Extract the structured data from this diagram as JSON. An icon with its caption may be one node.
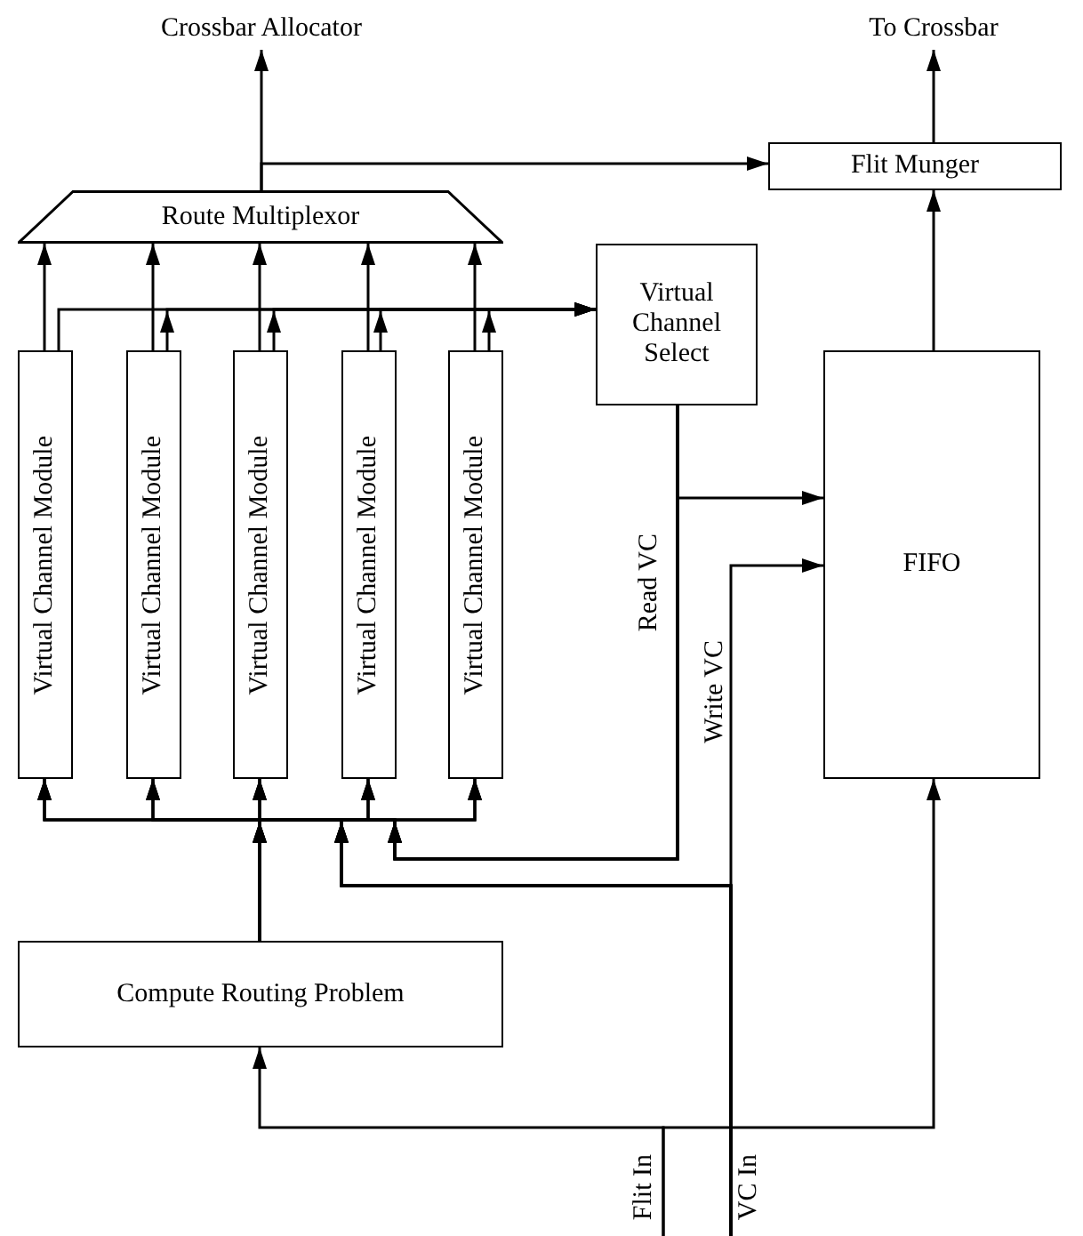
{
  "diagram": {
    "nodes": [
      {
        "text": [
          "Crossbar Allocator"
        ]
      },
      {
        "text": [
          "To Crossbar"
        ]
      },
      {
        "text": [
          "Flit Munger"
        ]
      },
      {
        "text": [
          "Route Multiplexor"
        ]
      },
      {
        "text": [
          "Virtual Channel Select"
        ]
      },
      {
        "text": [
          "Virtual Channel Module"
        ]
      },
      {
        "text": [
          "Virtual Channel Module"
        ]
      },
      {
        "text": [
          "Virtual Channel Module"
        ]
      },
      {
        "text": [
          "Virtual Channel Module"
        ]
      },
      {
        "text": [
          "Virtual Channel Module"
        ]
      },
      {
        "text": [
          "FIFO"
        ]
      },
      {
        "text": [
          "Compute Routing Problem"
        ]
      },
      {
        "text": [
          "Flit In"
        ]
      },
      {
        "text": [
          "VC In"
        ]
      }
    ],
    "edges": [
      {
        "from": 3,
        "to": 0,
        "arrow": "to"
      },
      {
        "from": 3,
        "to": 2,
        "arrow": "to"
      },
      {
        "from": 2,
        "to": 1,
        "arrow": "to"
      },
      {
        "from": 10,
        "to": 2,
        "arrow": "to"
      },
      {
        "from": 5,
        "to": 3,
        "arrow": "to"
      },
      {
        "from": 6,
        "to": 3,
        "arrow": "to"
      },
      {
        "from": 7,
        "to": 3,
        "arrow": "to"
      },
      {
        "from": 8,
        "to": 3,
        "arrow": "to"
      },
      {
        "from": 9,
        "to": 3,
        "arrow": "to"
      },
      {
        "from": 5,
        "to": 4,
        "arrow": "to"
      },
      {
        "from": 6,
        "to": 4,
        "arrow": "to"
      },
      {
        "from": 7,
        "to": 4,
        "arrow": "to"
      },
      {
        "from": 8,
        "to": 4,
        "arrow": "to"
      },
      {
        "from": 9,
        "to": 4,
        "arrow": "to"
      },
      {
        "from": 11,
        "to": 5,
        "arrow": "to"
      },
      {
        "from": 11,
        "to": 6,
        "arrow": "to"
      },
      {
        "from": 11,
        "to": 7,
        "arrow": "to"
      },
      {
        "from": 11,
        "to": 8,
        "arrow": "to"
      },
      {
        "from": 11,
        "to": 9,
        "arrow": "to"
      },
      {
        "from": 4,
        "to": 5,
        "arrow": "to",
        "label": "Read VC"
      },
      {
        "from": 4,
        "to": 6,
        "arrow": "to"
      },
      {
        "from": 4,
        "to": 7,
        "arrow": "to"
      },
      {
        "from": 4,
        "to": 8,
        "arrow": "to"
      },
      {
        "from": 4,
        "to": 9,
        "arrow": "to"
      },
      {
        "from": 4,
        "to": 10,
        "arrow": "to"
      },
      {
        "from": 13,
        "to": 10,
        "arrow": "to",
        "label": "Write VC"
      },
      {
        "from": 13,
        "to": 5,
        "arrow": "to"
      },
      {
        "from": 13,
        "to": 6,
        "arrow": "to"
      },
      {
        "from": 13,
        "to": 7,
        "arrow": "to"
      },
      {
        "from": 13,
        "to": 8,
        "arrow": "to"
      },
      {
        "from": 13,
        "to": 9,
        "arrow": "to"
      },
      {
        "from": 12,
        "to": 11,
        "arrow": "to"
      },
      {
        "from": 12,
        "to": 10,
        "arrow": "to"
      }
    ]
  }
}
